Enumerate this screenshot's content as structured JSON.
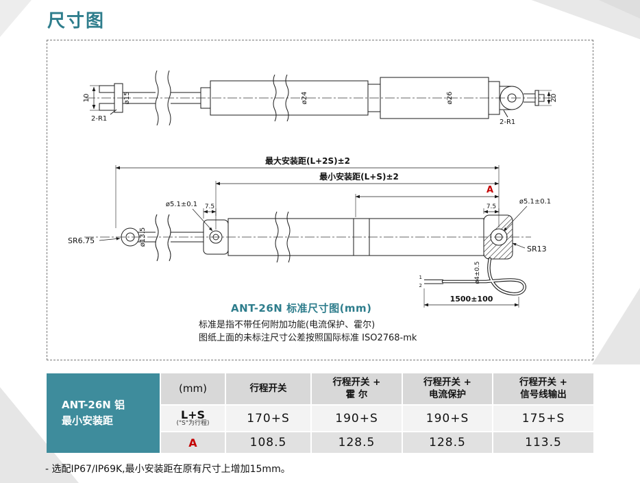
{
  "page": {
    "title": "尺寸图",
    "footer_note": "- 选配IP67/IP69K,最小安装距在原有尺寸上增加15mm。"
  },
  "colors": {
    "accent": "#2e7d8c",
    "teal": "#3e8c9c",
    "red": "#c40000"
  },
  "drawing": {
    "caption": "ANT-26N 标准尺寸图(mm)",
    "note1": "标准是指不带任何附加功能(电流保护、霍尔)",
    "note2": "图纸上面的未标注尺寸公差按照国际标准 ISO2768-mk",
    "top_view": {
      "dim_10": "10",
      "dim_d15": "ø15",
      "dim_2r1_left": "2-R1",
      "dim_d24": "ø24",
      "dim_d26": "ø26",
      "dim_20": "20",
      "dim_2r1_right": "2-R1"
    },
    "side_view": {
      "dim_max": "最大安装距(L+2S)±2",
      "dim_min": "最小安装距(L+S)±2",
      "dim_a": "A",
      "dim_hole_left": "ø5.1±0.1",
      "dim_75_left": "7.5",
      "dim_d135": "ø13.5",
      "dim_sr675": "SR6.75",
      "dim_75_right": "7.5",
      "dim_hole_right": "ø5.1±0.1",
      "dim_sr13": "SR13",
      "dim_cable_d": "ø4±0.5",
      "wire_1": "1",
      "wire_2": "2",
      "dim_cable_len": "1500±100"
    }
  },
  "table": {
    "side_header": {
      "line1": "ANT-26N 铝",
      "line2": "最小安装距"
    },
    "unit_header": "(mm)",
    "columns": [
      "行程开关",
      "行程开关 +\n霍 尔",
      "行程开关 +\n电流保护",
      "行程开关 +\n信号线输出"
    ],
    "rows": [
      {
        "label": "L+S",
        "note": "(\"S\"为行程)",
        "values": [
          "170+S",
          "190+S",
          "190+S",
          "175+S"
        ]
      },
      {
        "label": "A",
        "values": [
          "108.5",
          "128.5",
          "128.5",
          "113.5"
        ]
      }
    ]
  }
}
